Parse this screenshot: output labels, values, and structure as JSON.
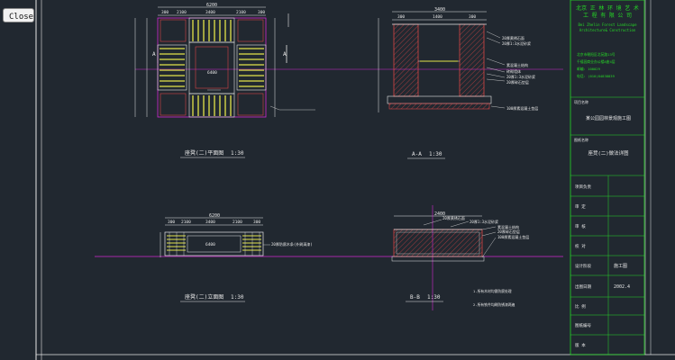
{
  "toolbar": {
    "close_label": "Close"
  },
  "colors": {
    "background": "#212830",
    "wall_red": "#d64545",
    "magenta": "#d22ad2",
    "yellow": "#e3e34a",
    "green": "#26d626",
    "cyan": "#33c9c9",
    "white": "#e6e6e6"
  },
  "plan_view": {
    "dim_total": "6200",
    "dim_segments": [
      "300",
      "2100",
      "3400",
      "2100",
      "300"
    ],
    "inner_dim": "6400",
    "label_a": "A",
    "caption": "座凳(二)平面图",
    "scale": "1:30"
  },
  "section_aa": {
    "dim_total": "3400",
    "dim_segments": [
      "300",
      "1400",
      "300"
    ],
    "callouts": [
      "20厚黄锈石面",
      "20厚1:3水泥砂浆",
      "素混凝土结构",
      "砖砌墙体",
      "20厚1:3水泥砂浆",
      "20厚碎石垫层",
      "100厚素混凝土垫层"
    ],
    "caption": "A-A",
    "scale": "1:30"
  },
  "elevation": {
    "dim_total": "6200",
    "dim_segments": [
      "300",
      "2100",
      "3400",
      "2100",
      "300"
    ],
    "inner_dim": "6400",
    "callout": "20厚防腐木条(外刷清漆)",
    "caption": "座凳(二)立面图",
    "scale": "1:30"
  },
  "section_bb": {
    "dim_total": "2400",
    "callouts": [
      "20厚黄锈石面",
      "20厚1:3水泥砂浆",
      "素混凝土结构",
      "20厚碎石垫层",
      "100厚素混凝土垫层"
    ],
    "caption": "B-B",
    "scale": "1:30",
    "notes": [
      "1.所有木材均需防腐处理",
      "2.所有铁件均刷防锈漆两遍"
    ]
  },
  "title_block": {
    "company_cn_1": "北京 正 林 环 境 艺 术",
    "company_cn_2": "工 程 有 限 公 司",
    "company_en_1": "Bei Zhelin Forest Landscape",
    "company_en_2": "Architecture& Construction",
    "info_lines": [
      "北京市朝阳区北苑路13号",
      "千禧园商业办公楼A座4层",
      "邮编: 100029",
      "电话: (010)84838839"
    ],
    "project_label": "项目名称",
    "project_name": "某公园园林景观施工图",
    "drawing_label": "图纸名称",
    "drawing_name": "座凳(二)做法详图",
    "rows": [
      {
        "label": "项目负责",
        "value": ""
      },
      {
        "label": "审   定",
        "value": ""
      },
      {
        "label": "审   核",
        "value": ""
      },
      {
        "label": "校   对",
        "value": ""
      },
      {
        "label": "设计阶段",
        "value": "施工图"
      },
      {
        "label": "出图日期",
        "value": "2002.4"
      },
      {
        "label": "比   例",
        "value": ""
      },
      {
        "label": "图纸编号",
        "value": ""
      },
      {
        "label": "版   本",
        "value": ""
      }
    ]
  }
}
